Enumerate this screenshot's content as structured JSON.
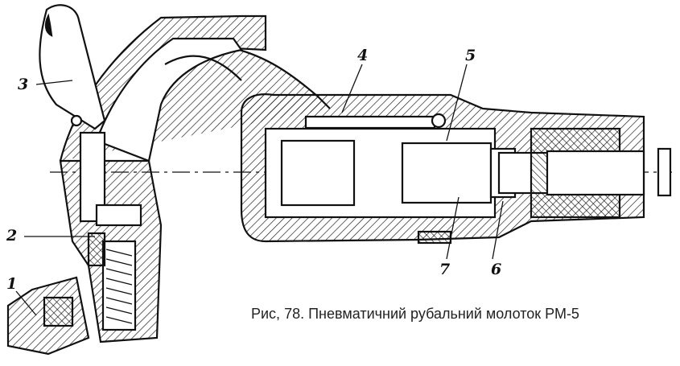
{
  "figure": {
    "caption": "Рис, 78. Пневматичний рубальний молоток РМ-5",
    "callouts": [
      "1",
      "2",
      "3",
      "4",
      "5",
      "6",
      "7"
    ],
    "line_color": "#111111",
    "background": "#ffffff"
  }
}
